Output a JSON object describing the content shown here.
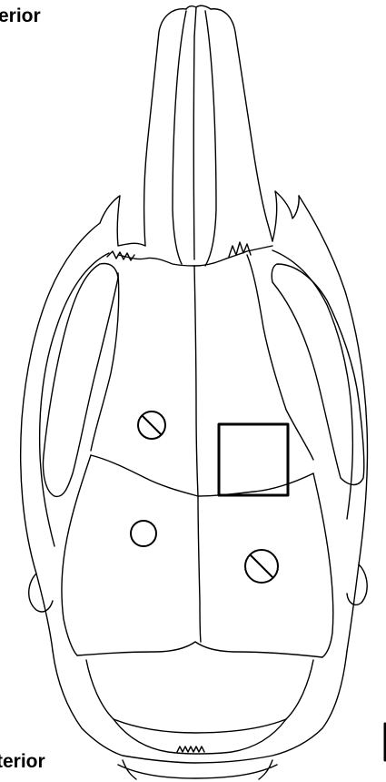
{
  "labels": {
    "top": "erior",
    "bottom": "terior"
  },
  "colors": {
    "line": "#000000",
    "background": "#ffffff"
  },
  "markers": {
    "screws": 2,
    "holes": 1,
    "windows": 1
  }
}
